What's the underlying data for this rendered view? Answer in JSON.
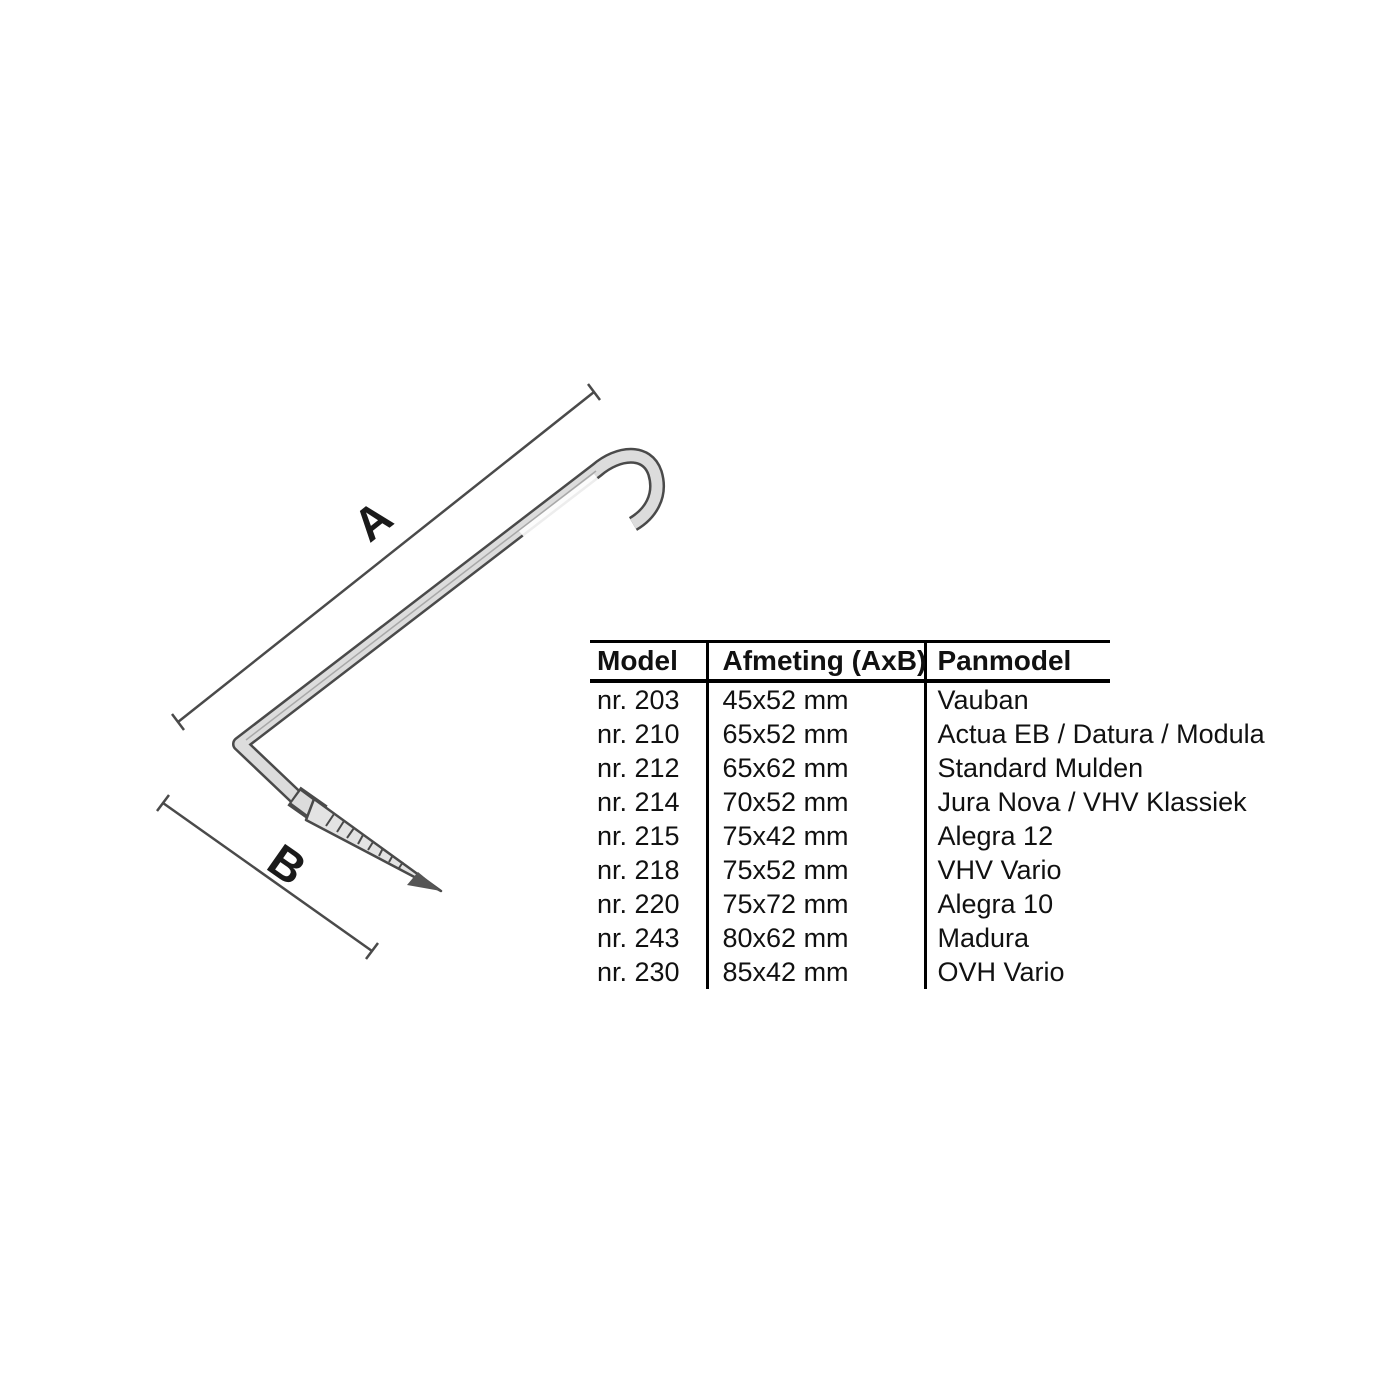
{
  "diagram": {
    "dimension_a_label": "A",
    "dimension_b_label": "B"
  },
  "table": {
    "headers": [
      "Model",
      "Afmeting (AxB)",
      "Panmodel"
    ],
    "rows": [
      [
        "nr. 203",
        "45x52 mm",
        "Vauban"
      ],
      [
        "nr. 210",
        "65x52 mm",
        "Actua EB / Datura / Modula"
      ],
      [
        "nr. 212",
        "65x62 mm",
        "Standard Mulden"
      ],
      [
        "nr. 214",
        "70x52 mm",
        "Jura Nova / VHV Klassiek"
      ],
      [
        "nr. 215",
        "75x42 mm",
        "Alegra 12"
      ],
      [
        "nr. 218",
        "75x52 mm",
        "VHV Vario"
      ],
      [
        "nr. 220",
        "75x72 mm",
        "Alegra 10"
      ],
      [
        "nr. 243",
        "80x62 mm",
        "Madura"
      ],
      [
        "nr. 230",
        "85x42 mm",
        "OVH Vario"
      ]
    ]
  },
  "colors": {
    "outline": "#4a4a4a",
    "metal_fill": "#dcdcdc",
    "text": "#111111",
    "table_border": "#000000",
    "background": "#ffffff"
  }
}
